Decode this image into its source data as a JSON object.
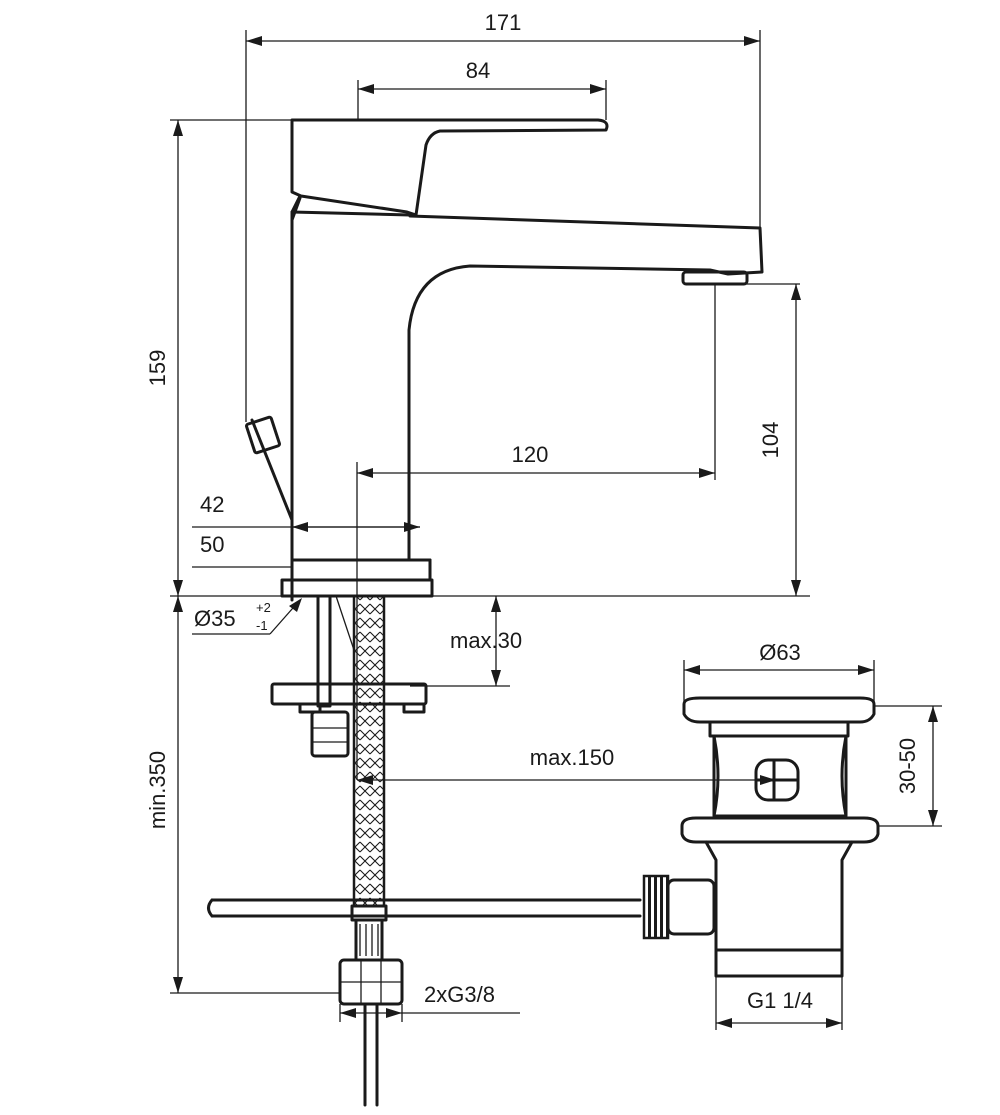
{
  "dimensions": {
    "total_width": "171",
    "lever_length": "84",
    "total_height": "159",
    "spout_height": "104",
    "projection": "120",
    "base_42": "42",
    "base_50": "50",
    "hole_diameter": "Ø35",
    "hole_tol_plus": "+2",
    "hole_tol_minus": "-1",
    "max_deck": "max.30",
    "min_hose": "min.350",
    "max_rod": "max.150",
    "waste_diameter": "Ø63",
    "waste_height": "30-50",
    "waste_thread": "G1 1/4",
    "connection": "2xG3/8"
  }
}
